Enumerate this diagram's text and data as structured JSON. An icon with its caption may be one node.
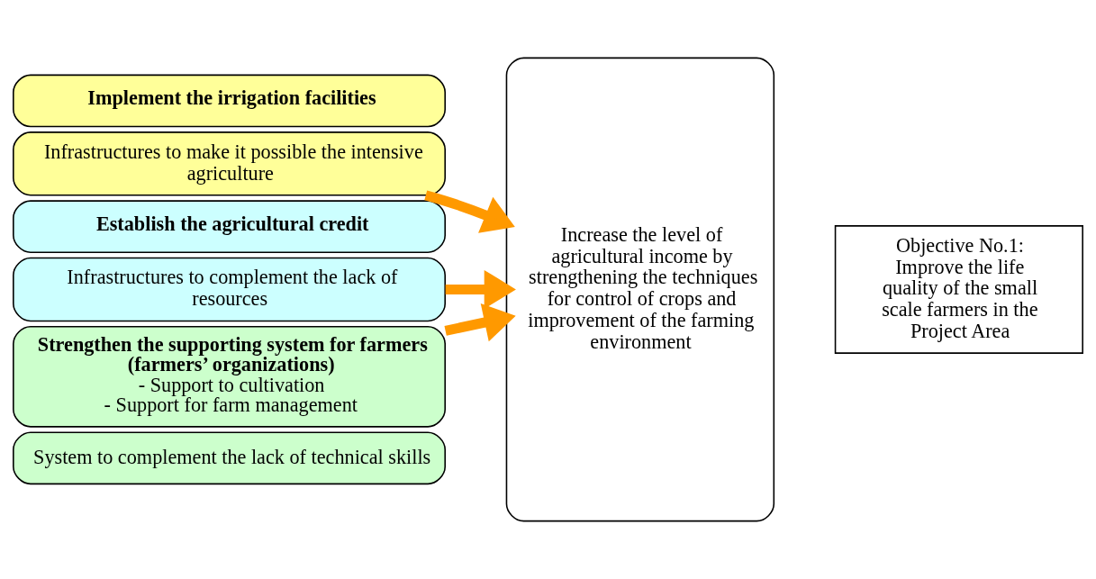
{
  "diagram": {
    "nodes": [
      {
        "text": [
          "Implement the irrigation facilities"
        ]
      },
      {
        "text": [
          "Infrastructures to make it possible the intensive agriculture"
        ]
      },
      {
        "text": [
          "Establish the agricultural credit"
        ]
      },
      {
        "text": [
          "Infrastructures to complement the lack of resources"
        ]
      },
      {
        "text": [
          "Strengthen the supporting system for farmers (farmers’ organizations)",
          "- Support to cultivation",
          "- Support for farm management"
        ]
      },
      {
        "text": [
          "System to complement the lack of technical skills"
        ]
      },
      {
        "text": [
          "Increase the level of agricultural income by strengthening the techniques for control of crops and improvement of the farming environment"
        ]
      },
      {
        "text": [
          "Objective No.1:",
          "Improve the life quality of the small scale farmers in the Project Area"
        ]
      }
    ],
    "edges": [
      {
        "from": 1,
        "to": 6,
        "arrow": "to"
      },
      {
        "from": 3,
        "to": 6,
        "arrow": "to"
      },
      {
        "from": 4,
        "to": 6,
        "arrow": "to"
      }
    ]
  }
}
